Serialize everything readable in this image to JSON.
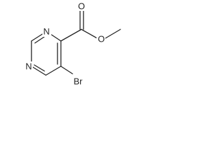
{
  "molecule": {
    "atoms": {
      "n_top": "N",
      "n_left": "N",
      "o_carbonyl": "O",
      "o_ester": "O",
      "br": "Br"
    },
    "colors": {
      "bond": "#222222",
      "label": "#222222",
      "background": "#ffffff"
    }
  }
}
